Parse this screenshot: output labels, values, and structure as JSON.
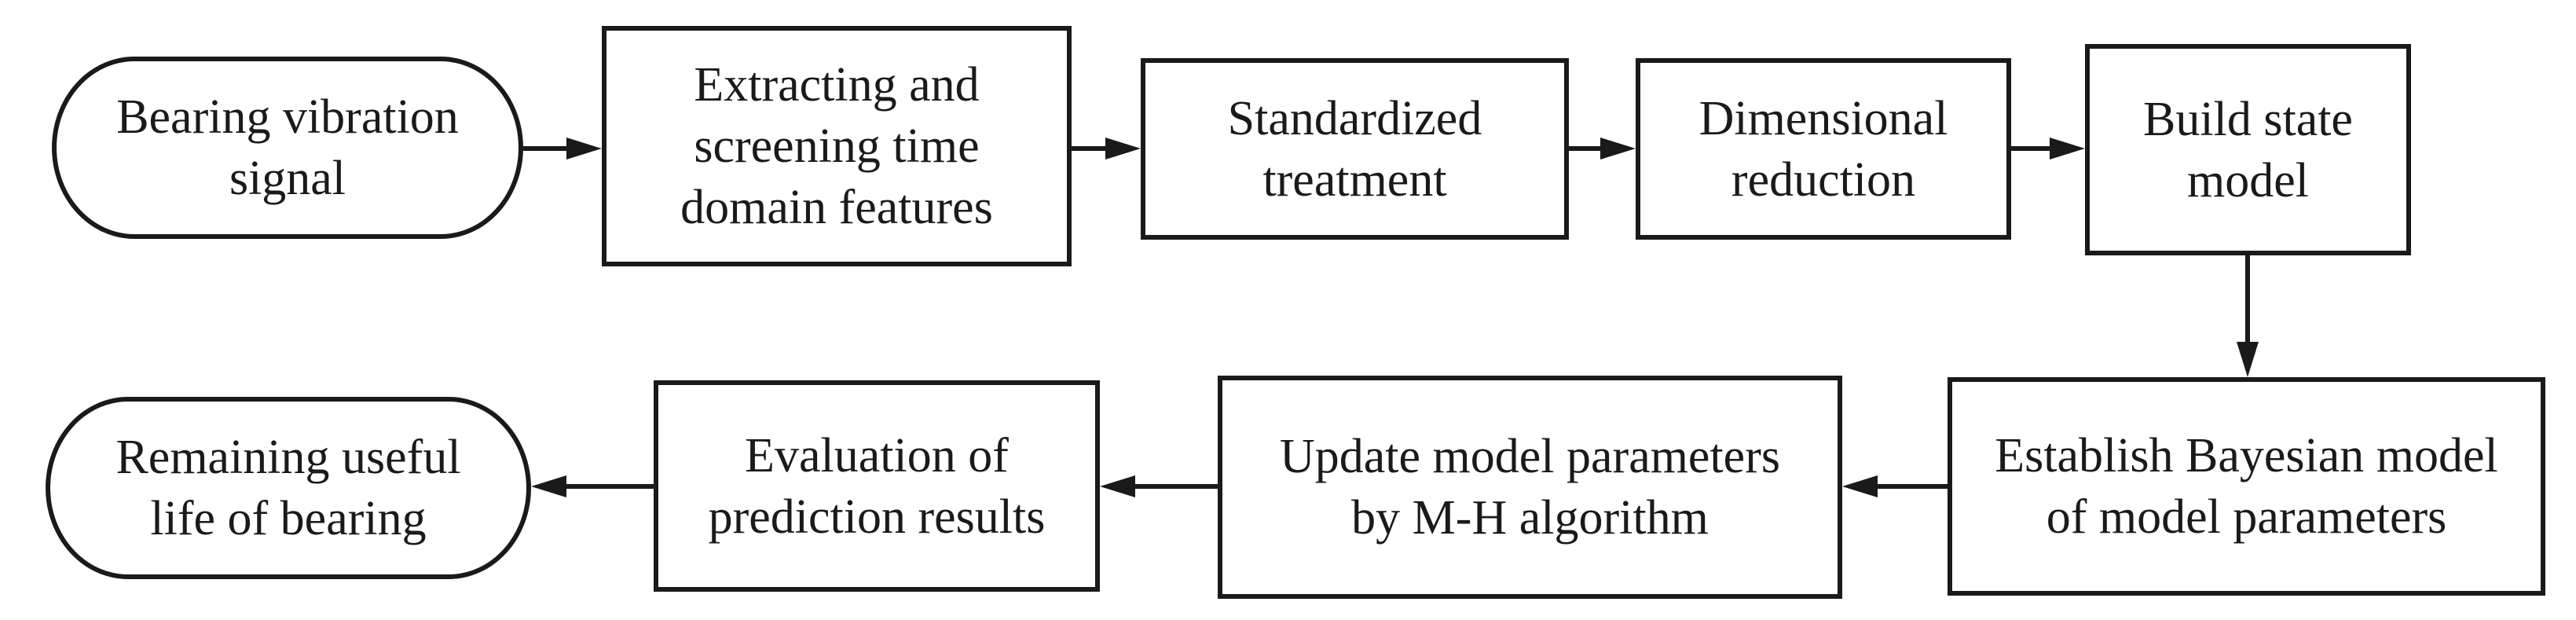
{
  "flowchart": {
    "background_color": "#ffffff",
    "line_color": "#1a1a1a",
    "nodes": [
      {
        "id": "bearing-vibration-signal",
        "shape": "terminator",
        "label": "Bearing vibration\nsignal"
      },
      {
        "id": "extract-screen-features",
        "shape": "process",
        "label": "Extracting and\nscreening time\ndomain features"
      },
      {
        "id": "standardized-treatment",
        "shape": "process",
        "label": "Standardized\ntreatment"
      },
      {
        "id": "dimensional-reduction",
        "shape": "process",
        "label": "Dimensional\nreduction"
      },
      {
        "id": "build-state-model",
        "shape": "process",
        "label": "Build state\nmodel"
      },
      {
        "id": "establish-bayesian-model",
        "shape": "process",
        "label": "Establish Bayesian model\nof model parameters"
      },
      {
        "id": "update-parameters-mh",
        "shape": "process",
        "label": "Update model parameters\nby M-H algorithm"
      },
      {
        "id": "evaluation-prediction-results",
        "shape": "process",
        "label": "Evaluation of\nprediction results"
      },
      {
        "id": "remaining-useful-life",
        "shape": "terminator",
        "label": "Remaining useful\nlife of bearing"
      }
    ],
    "edges": [
      {
        "from": "bearing-vibration-signal",
        "to": "extract-screen-features",
        "direction": "right"
      },
      {
        "from": "extract-screen-features",
        "to": "standardized-treatment",
        "direction": "right"
      },
      {
        "from": "standardized-treatment",
        "to": "dimensional-reduction",
        "direction": "right"
      },
      {
        "from": "dimensional-reduction",
        "to": "build-state-model",
        "direction": "right"
      },
      {
        "from": "build-state-model",
        "to": "establish-bayesian-model",
        "direction": "down"
      },
      {
        "from": "establish-bayesian-model",
        "to": "update-parameters-mh",
        "direction": "left"
      },
      {
        "from": "update-parameters-mh",
        "to": "evaluation-prediction-results",
        "direction": "left"
      },
      {
        "from": "evaluation-prediction-results",
        "to": "remaining-useful-life",
        "direction": "left"
      }
    ]
  }
}
